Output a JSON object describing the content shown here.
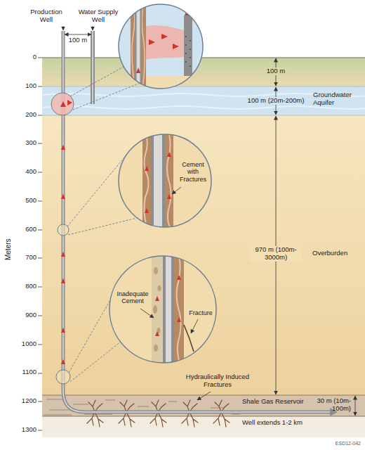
{
  "diagram": {
    "nodes": [
      {
        "text": [
          "Groundwater Aquifer"
        ]
      },
      {
        "text": [
          "Overburden"
        ]
      },
      {
        "text": [
          "Shale Gas Reservoir"
        ]
      }
    ],
    "labels": [
      "Production Well",
      "Water Supply Well",
      "100 m",
      "0",
      "100",
      "200",
      "300",
      "400",
      "500",
      "600",
      "700",
      "800",
      "900",
      "1000",
      "1100",
      "1200",
      "1300",
      "Meters",
      "100 m",
      "100 m (20m-200m)",
      "Cement with Fractures",
      "970 m (100m-3000m)",
      "Inadequate Cement",
      "Fracture",
      "Hydraulically Induced Fractures",
      "30 m (10m-100m)",
      "Well extends 1-2 km",
      "ESD12-042"
    ]
  }
}
